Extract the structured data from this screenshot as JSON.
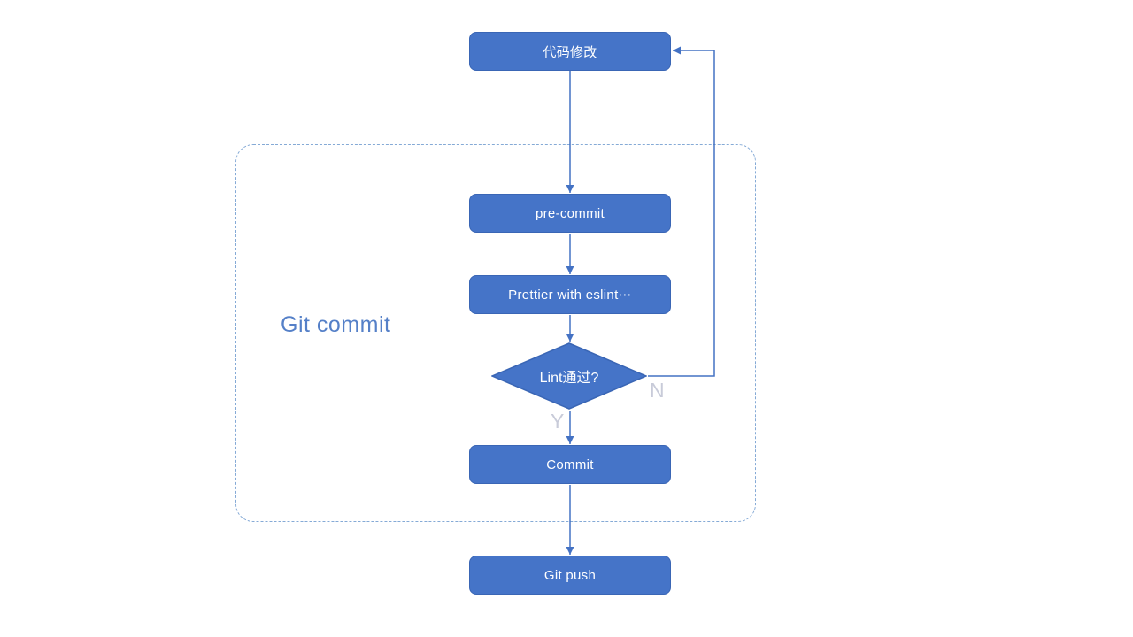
{
  "diagram": {
    "group": {
      "label": "Git commit"
    },
    "nodes": [
      {
        "id": "code-change",
        "label": "代码修改",
        "type": "process"
      },
      {
        "id": "pre-commit",
        "label": "pre-commit",
        "type": "process"
      },
      {
        "id": "prettier-eslint",
        "label": "Prettier with eslint⋯",
        "type": "process"
      },
      {
        "id": "lint-pass",
        "label": "Lint通过?",
        "type": "decision"
      },
      {
        "id": "commit",
        "label": "Commit",
        "type": "process"
      },
      {
        "id": "git-push",
        "label": "Git push",
        "type": "process"
      }
    ],
    "edges": [
      {
        "from": "code-change",
        "to": "pre-commit",
        "label": ""
      },
      {
        "from": "pre-commit",
        "to": "prettier-eslint",
        "label": ""
      },
      {
        "from": "prettier-eslint",
        "to": "lint-pass",
        "label": ""
      },
      {
        "from": "lint-pass",
        "to": "commit",
        "label": "Y"
      },
      {
        "from": "lint-pass",
        "to": "code-change",
        "label": "N"
      },
      {
        "from": "commit",
        "to": "git-push",
        "label": ""
      }
    ],
    "edge_labels": {
      "yes": "Y",
      "no": "N"
    },
    "colors": {
      "node_fill": "#4574C8",
      "node_border": "#3A66B5",
      "node_text": "#FFFFFF",
      "connector": "#4472C4",
      "group_border": "#85AAD6",
      "group_label_text": "#5580C8",
      "edge_label_text": "#C8CBD9",
      "background": "#FFFFFF"
    }
  }
}
